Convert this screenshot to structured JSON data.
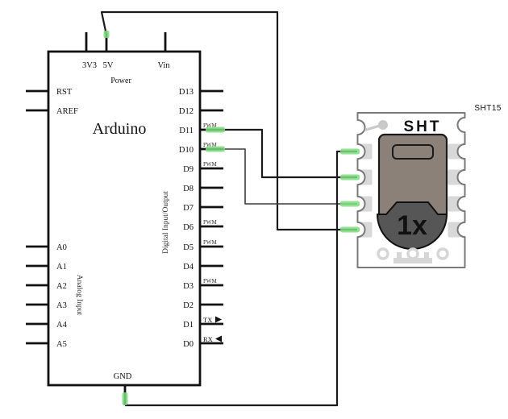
{
  "diagram": {
    "arduino": {
      "title": "Arduino",
      "power_section_label": "Power",
      "gnd_label": "GND",
      "top_pins": [
        "3V3",
        "5V",
        "Vin"
      ],
      "left_pins": [
        "RST",
        "AREF"
      ],
      "analog_section_label": "Analog Input",
      "analog_pins": [
        "A0",
        "A1",
        "A2",
        "A3",
        "A4",
        "A5"
      ],
      "digital_section_label": "Digital Input/Output",
      "digital_pins": [
        "D13",
        "D12",
        "D11",
        "D10",
        "D9",
        "D8",
        "D7",
        "D6",
        "D5",
        "D4",
        "D3",
        "D2",
        "D1",
        "D0"
      ],
      "pwm_label": "PWM",
      "tx_label": "TX",
      "rx_label": "RX"
    },
    "sensor": {
      "part_label": "SHT15",
      "silkscreen_text": "SHT",
      "chip_marking": "1x"
    },
    "connections": [
      "5V -> SHT15 pad4",
      "D11 -> SHT15 pad2",
      "D10 -> SHT15 pad3",
      "GND -> SHT15 pad1"
    ],
    "colors": {
      "wire": "#1a1a1a",
      "wire_alt": "#3c3c3c",
      "connection_green": "#7ddd7d",
      "board_outline": "#111111",
      "sensor_outline": "#7a7a7a",
      "component_body": "#8b8178",
      "component_dark": "#565656",
      "silkscreen_gray": "#c9c9c9",
      "pad_gray": "#d8d8d8"
    }
  }
}
